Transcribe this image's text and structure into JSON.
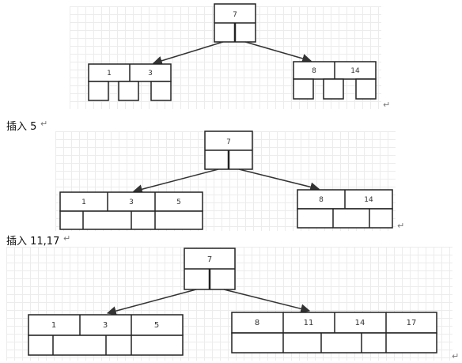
{
  "figures": [
    {
      "root": {
        "keys": [
          "7"
        ]
      },
      "left": {
        "keys": [
          "1",
          "3"
        ]
      },
      "right": {
        "keys": [
          "8",
          "14"
        ]
      }
    },
    {
      "caption": "插入 5",
      "root": {
        "keys": [
          "7"
        ]
      },
      "left": {
        "keys": [
          "1",
          "3",
          "5"
        ]
      },
      "right": {
        "keys": [
          "8",
          "14"
        ]
      }
    },
    {
      "caption": "插入 11,17",
      "root": {
        "keys": [
          "7"
        ]
      },
      "left": {
        "keys": [
          "1",
          "3",
          "5"
        ]
      },
      "right": {
        "keys": [
          "8",
          "11",
          "14",
          "17"
        ]
      }
    }
  ],
  "paragraph_mark": "↵"
}
